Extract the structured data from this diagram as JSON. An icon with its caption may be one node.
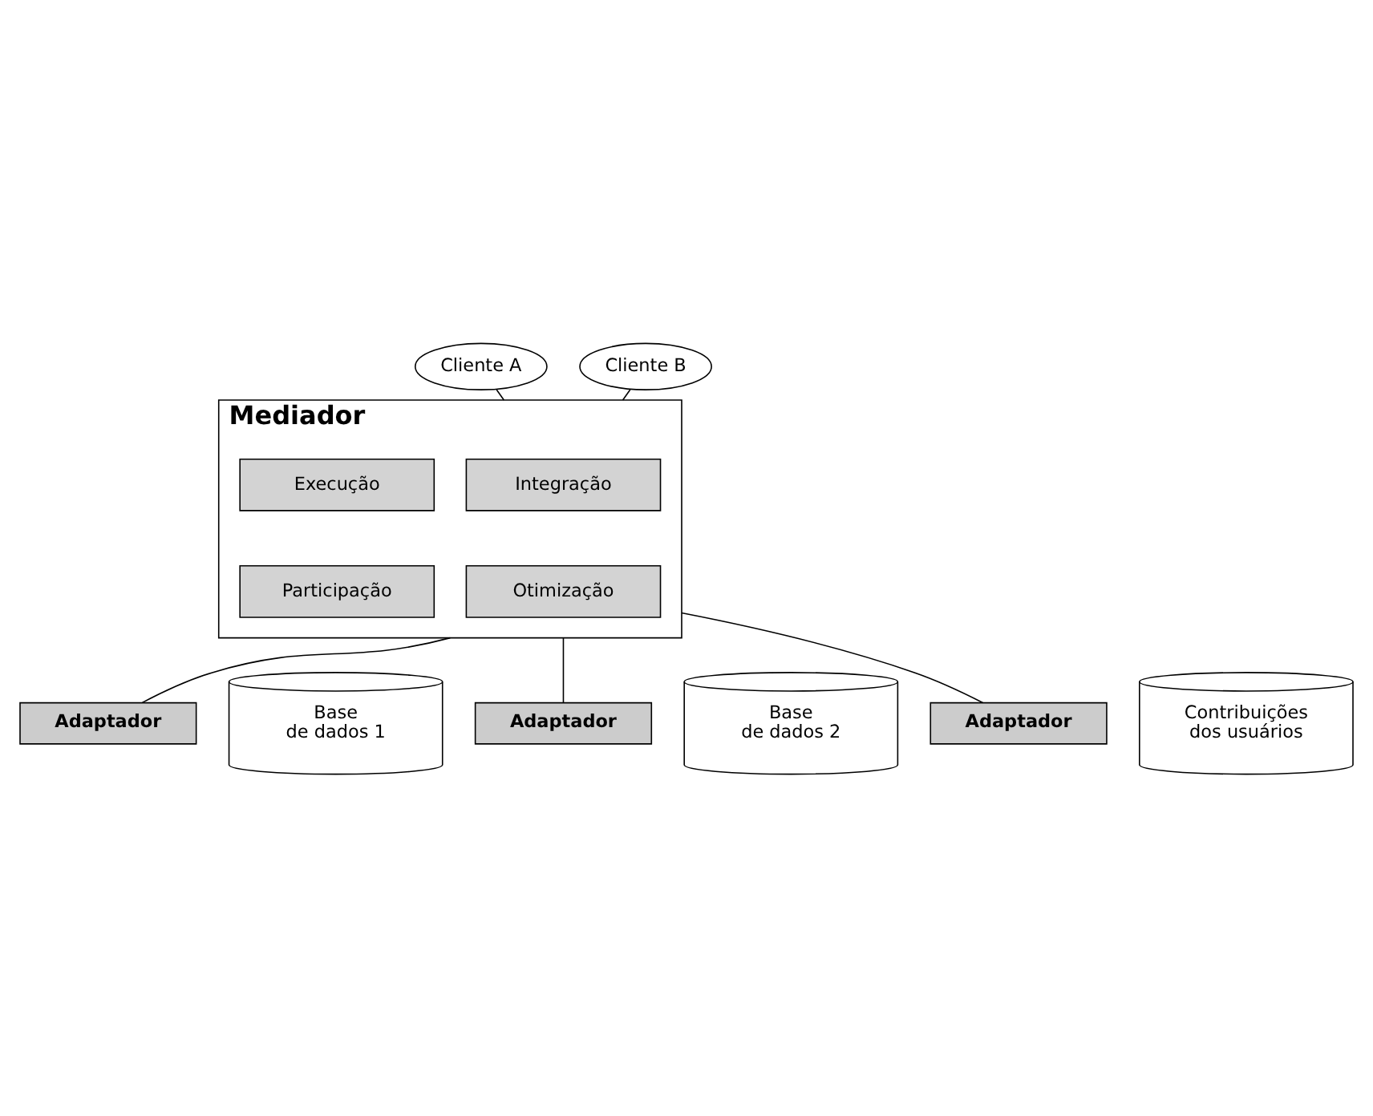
{
  "diagram": {
    "nodes": [
      {
        "text": [
          "Cliente A"
        ]
      },
      {
        "text": [
          "Cliente B"
        ]
      },
      {
        "text": [
          "Mediador"
        ]
      },
      {
        "text": [
          "Integração"
        ],
        "in": 2
      },
      {
        "text": [
          "Execução"
        ],
        "in": 2
      },
      {
        "text": [
          "Otimização"
        ],
        "in": 2
      },
      {
        "text": [
          "Participação"
        ],
        "in": 2
      },
      {
        "text": [
          "Adaptador"
        ]
      },
      {
        "text": [
          "Base de dados 1"
        ]
      },
      {
        "text": [
          "Adaptador"
        ]
      },
      {
        "text": [
          "Base de dados 2"
        ]
      },
      {
        "text": [
          "Adaptador"
        ]
      },
      {
        "text": [
          "Contribuições dos usuários"
        ]
      }
    ],
    "edges": [
      {
        "from": 0,
        "to": 2,
        "arrow": "none"
      },
      {
        "from": 1,
        "to": 2,
        "arrow": "none"
      },
      {
        "from": 2,
        "to": 7,
        "arrow": "none"
      },
      {
        "from": 2,
        "to": 9,
        "arrow": "none"
      },
      {
        "from": 2,
        "to": 11,
        "arrow": "none"
      }
    ]
  }
}
